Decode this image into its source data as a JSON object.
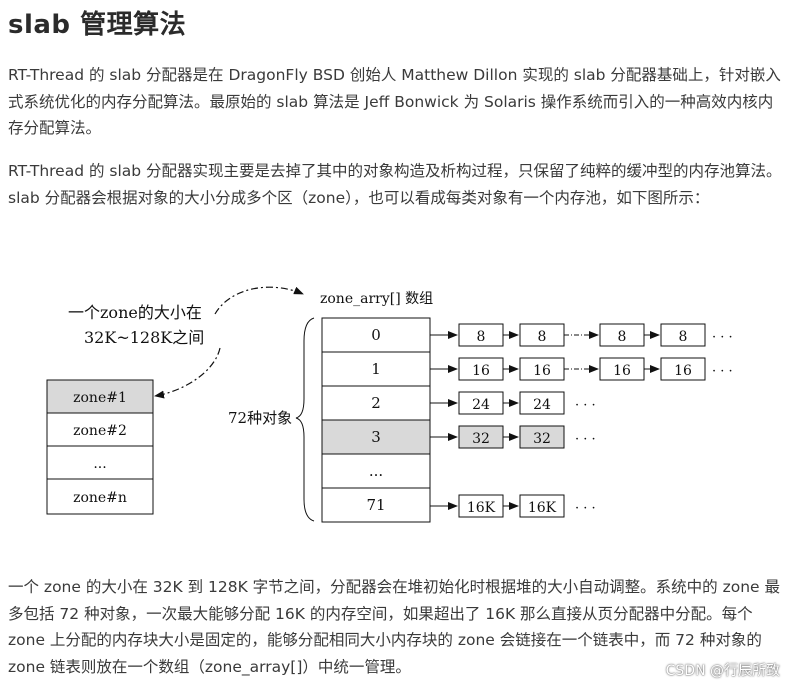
{
  "title": "slab 管理算法",
  "paragraphs": [
    "RT-Thread 的 slab 分配器是在 DragonFly BSD 创始人 Matthew Dillon 实现的 slab 分配器基础上，针对嵌入式系统优化的内存分配算法。最原始的 slab 算法是 Jeff Bonwick 为 Solaris 操作系统而引入的一种高效内核内存分配算法。",
    "RT-Thread 的 slab 分配器实现主要是去掉了其中的对象构造及析构过程，只保留了纯粹的缓冲型的内存池算法。slab 分配器会根据对象的大小分成多个区（zone），也可以看成每类对象有一个内存池，如下图所示：",
    "一个 zone 的大小在 32K 到 128K 字节之间，分配器会在堆初始化时根据堆的大小自动调整。系统中的 zone 最多包括 72 种对象，一次最大能够分配 16K 的内存空间，如果超出了 16K 那么直接从页分配器中分配。每个 zone 上分配的内存块大小是固定的，能够分配相同大小内存块的 zone 会链接在一个链表中，而 72 种对象的 zone 链表则放在一个数组（zone_array[]）中统一管理。"
  ],
  "diagram": {
    "zone_note_line1": "一个zone的大小在",
    "zone_note_line2": "32K~128K之间",
    "array_label": "zone_arry[] 数组",
    "brace_label": "72种对象",
    "zones": [
      "zone#1",
      "zone#2",
      "...",
      "zone#n"
    ],
    "array_cells": [
      "0",
      "1",
      "2",
      "3",
      "...",
      "71"
    ],
    "chain_row0": [
      "8",
      "8",
      "8",
      "8"
    ],
    "chain_row1": [
      "16",
      "16",
      "16",
      "16"
    ],
    "chain_row2": [
      "24",
      "24"
    ],
    "chain_row3": [
      "32",
      "32"
    ],
    "chain_row5": [
      "16K",
      "16K"
    ],
    "ellipsis": "· · ·",
    "highlight_color": "#d9d9d9"
  },
  "watermark": "CSDN @行辰所致"
}
